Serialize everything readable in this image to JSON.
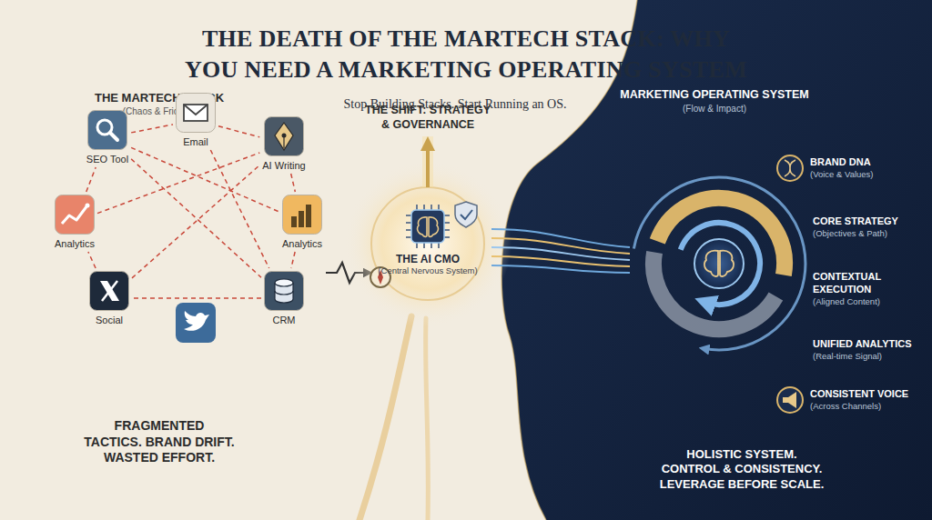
{
  "diagram": {
    "title": "THE DEATH OF THE MARTECH STACK: WHY YOU NEED A MARKETING OPERATING SYSTEM",
    "nodes": [
      {
        "text": [
          "SEO Tool"
        ]
      },
      {
        "text": [
          "Email"
        ]
      },
      {
        "text": [
          "AI Writing"
        ]
      },
      {
        "text": [
          "Analytics"
        ]
      },
      {
        "text": [
          "Analytics"
        ]
      },
      {
        "text": [
          "Social"
        ]
      },
      {
        "text": [
          "CRM"
        ]
      },
      {
        "text": [
          "THE AI CMO",
          "(Central Nervous System)"
        ]
      },
      {
        "text": [
          "BRAND DNA",
          "(Voice & Values)"
        ]
      },
      {
        "text": [
          "CORE STRATEGY",
          "(Objectives & Path)"
        ]
      },
      {
        "text": [
          "CONTEXTUAL EXECUTION",
          "(Aligned Content)"
        ]
      },
      {
        "text": [
          "UNIFIED ANALYTICS",
          "(Real-time Signal)"
        ]
      },
      {
        "text": [
          "CONSISTENT VOICE",
          "(Across Channels)"
        ]
      }
    ],
    "edges": [
      {
        "from": 0,
        "to": 1,
        "arrow": "none"
      },
      {
        "from": 1,
        "to": 2,
        "arrow": "none"
      },
      {
        "from": 2,
        "to": 4,
        "arrow": "none"
      },
      {
        "from": 4,
        "to": 6,
        "arrow": "none"
      },
      {
        "from": 6,
        "to": 5,
        "arrow": "none"
      },
      {
        "from": 5,
        "to": 3,
        "arrow": "none"
      },
      {
        "from": 3,
        "to": 0,
        "arrow": "none"
      },
      {
        "from": 0,
        "to": 4,
        "arrow": "none"
      },
      {
        "from": 1,
        "to": 6,
        "arrow": "none"
      },
      {
        "from": 3,
        "to": 2,
        "arrow": "none"
      },
      {
        "from": 5,
        "to": 2,
        "arrow": "none"
      },
      {
        "from": 0,
        "to": 6,
        "arrow": "none"
      }
    ],
    "labels": [
      "THE MARTECH STACK",
      "(Chaos & Friction)",
      "Stop Building Stacks. Start Running an OS.",
      "FRAGMENTED TACTICS. BRAND DRIFT. WASTED EFFORT.",
      "THE SHIFT: STRATEGY & GOVERNANCE",
      "MARKETING OPERATING SYSTEM",
      "(Flow & Impact)",
      "HOLISTIC SYSTEM. CONTROL & CONSISTENCY. LEVERAGE BEFORE SCALE."
    ]
  }
}
